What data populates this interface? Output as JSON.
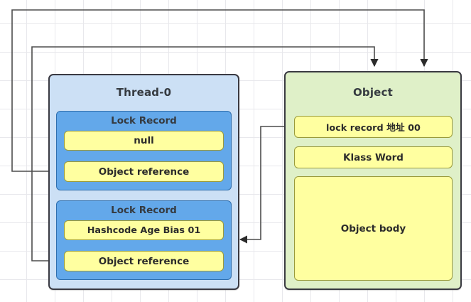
{
  "diagram": {
    "title_hidden": "",
    "thread": {
      "label": "Thread-0",
      "lock_records": [
        {
          "label": "Lock Record",
          "rows": [
            {
              "text": "null",
              "name": "mark-word-cell"
            },
            {
              "text": "Object reference",
              "name": "object-reference-cell"
            }
          ]
        },
        {
          "label": "Lock Record",
          "rows": [
            {
              "text": "Hashcode Age Bias 01",
              "name": "mark-word-cell"
            },
            {
              "text": "Object reference",
              "name": "object-reference-cell"
            }
          ]
        }
      ]
    },
    "object": {
      "label": "Object",
      "rows": [
        {
          "text": "lock record 地址 00",
          "name": "mark-word-cell"
        },
        {
          "text": "Klass Word",
          "name": "klass-word-cell"
        },
        {
          "text": "Object body",
          "name": "object-body-cell"
        }
      ]
    },
    "colors": {
      "thread_fill": "#cce0f5",
      "lock_record_fill": "#63a8ea",
      "cell_fill": "#ffffa0",
      "object_fill": "#dff0c8",
      "border": "#3a3a42",
      "connector": "#4d4d4d"
    }
  }
}
